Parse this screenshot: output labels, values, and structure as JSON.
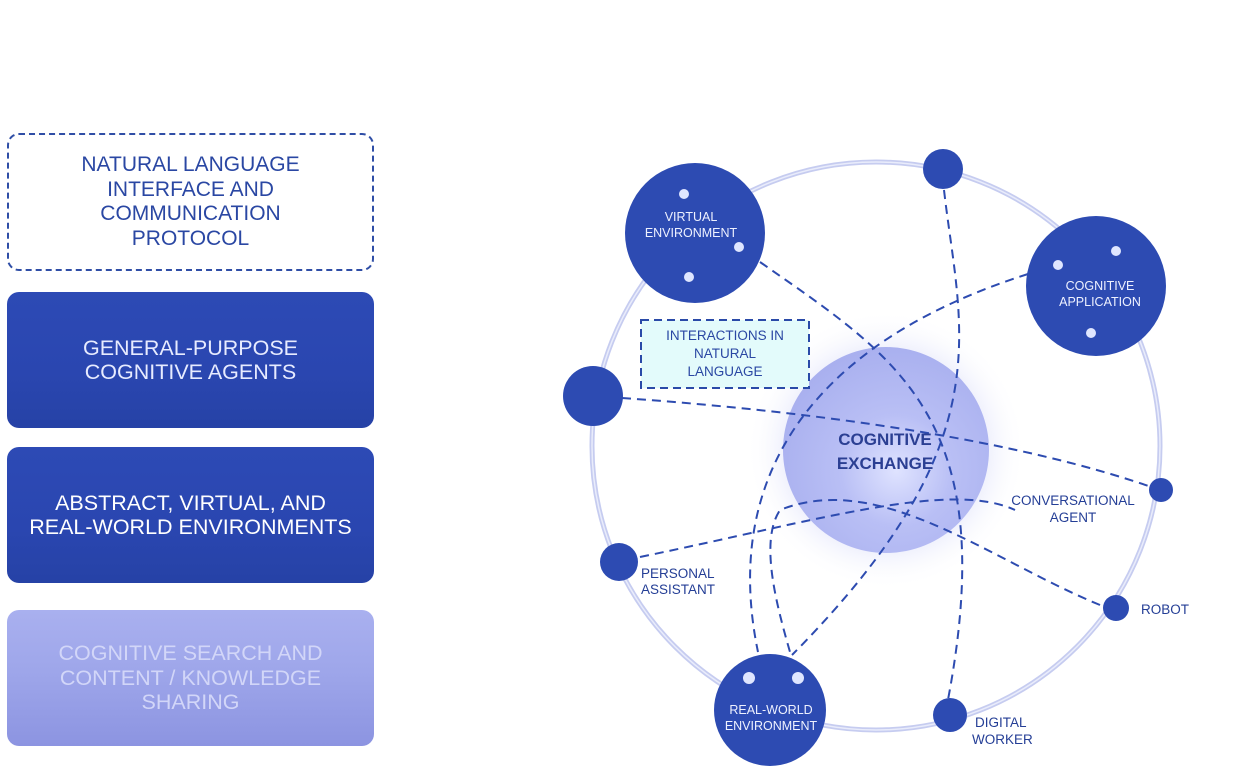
{
  "left_boxes": {
    "interface": [
      "NATURAL LANGUAGE",
      "INTERFACE AND",
      "COMMUNICATION",
      "PROTOCOL"
    ],
    "agents": [
      "GENERAL-PURPOSE",
      "COGNITIVE AGENTS"
    ],
    "environments": [
      "ABSTRACT, VIRTUAL, AND",
      "REAL-WORLD ENVIRONMENTS"
    ],
    "search": [
      "COGNITIVE SEARCH AND",
      "CONTENT / KNOWLEDGE",
      "SHARING"
    ]
  },
  "diagram": {
    "center": [
      "COGNITIVE",
      "EXCHANGE"
    ],
    "callout": [
      "INTERACTIONS IN",
      "NATURAL",
      "LANGUAGE"
    ],
    "nodes": {
      "virtual_environment": [
        "VIRTUAL",
        "ENVIRONMENT"
      ],
      "cognitive_application": [
        "COGNITIVE",
        "APPLICATION"
      ],
      "real_world_environment": [
        "REAL-WORLD",
        "ENVIRONMENT"
      ],
      "conversational_agent": [
        "CONVERSATIONAL",
        "AGENT"
      ],
      "personal_assistant": [
        "PERSONAL",
        "ASSISTANT"
      ],
      "robot": [
        "ROBOT"
      ],
      "digital_worker": [
        "DIGITAL",
        "WORKER"
      ]
    }
  },
  "colors": {
    "node_fill": "#2d4bb2",
    "ring": "#c9cef2",
    "dashes": "#2d4bb0",
    "label_dark": "#243e96",
    "callout_fill": "#e3fbfb"
  }
}
